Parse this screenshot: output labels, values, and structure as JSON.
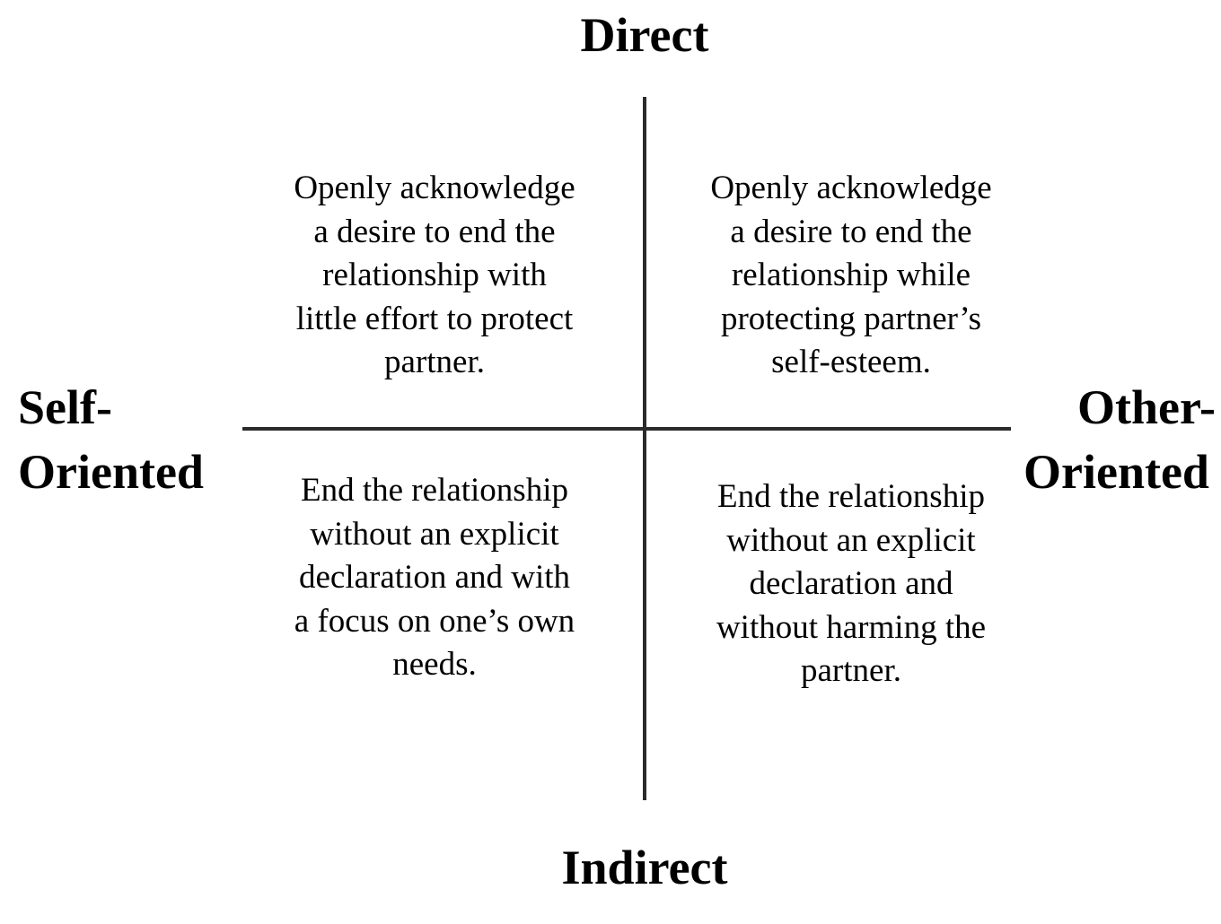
{
  "axes": {
    "top": "Direct",
    "bottom": "Indirect",
    "left": [
      "Self-",
      "Oriented"
    ],
    "right": [
      "Other-",
      "Oriented"
    ]
  },
  "quadrants": {
    "top_left": [
      "Openly acknowledge",
      "a desire to end the",
      "relationship with",
      "little effort to protect",
      "partner."
    ],
    "top_right": [
      "Openly acknowledge",
      "a desire to end the",
      "relationship while",
      "protecting partner’s",
      "self-esteem."
    ],
    "bottom_left": [
      "End the relationship",
      "without an explicit",
      "declaration and with",
      "a focus on one’s own",
      "needs."
    ],
    "bottom_right": [
      "End the relationship",
      "without an explicit",
      "declaration and",
      "without harming the",
      "partner."
    ]
  }
}
